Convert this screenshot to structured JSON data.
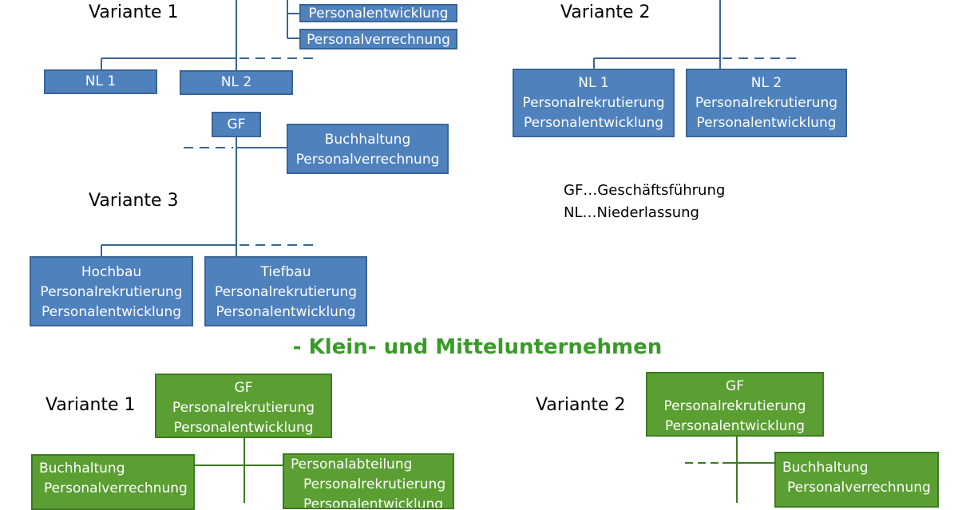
{
  "top": {
    "v1": {
      "label": "Variante 1",
      "boxes": [
        "Personalentwicklung",
        "Personalverrechnung",
        "NL 1",
        "NL 2"
      ]
    },
    "v2": {
      "label": "Variante 2",
      "nl1": [
        "NL 1",
        "Personalrekrutierung",
        "Personalentwicklung"
      ],
      "nl2": [
        "NL 2",
        "Personalrekrutierung",
        "Personalentwicklung"
      ]
    },
    "v3": {
      "label": "Variante 3",
      "gf": "GF",
      "buch": [
        "Buchhaltung",
        "Personalverrechnung"
      ],
      "hoch": [
        "Hochbau",
        "Personalrekrutierung",
        "Personalentwicklung"
      ],
      "tief": [
        "Tiefbau",
        "Personalrekrutierung",
        "Personalentwicklung"
      ]
    },
    "legend": [
      "GF…Geschäftsführung",
      "NL…Niederlassung"
    ]
  },
  "section_title": "- Klein- und Mittelunternehmen",
  "bottom": {
    "v1": {
      "label": "Variante 1",
      "gf": [
        "GF",
        "Personalrekrutierung",
        "Personalentwicklung"
      ],
      "buch": [
        "Buchhaltung",
        "Personalverrechnung"
      ],
      "pa": [
        "Personalabteilung",
        "Personalrekrutierung",
        "Personalentwicklung"
      ]
    },
    "v2": {
      "label": "Variante 2",
      "gf": [
        "GF",
        "Personalrekrutierung",
        "Personalentwicklung"
      ],
      "buch": [
        "Buchhaltung",
        "Personalverrechnung"
      ]
    }
  },
  "colors": {
    "blue": "#4f81bd",
    "green": "#5b9f33",
    "title": "#3a9a2a"
  }
}
